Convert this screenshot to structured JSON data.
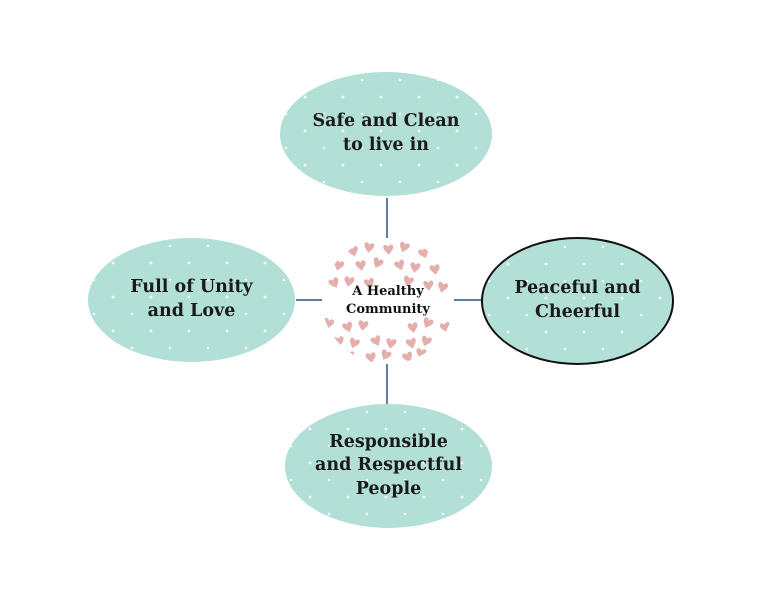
{
  "diagram": {
    "center": {
      "label": "A Healthy\nCommunity"
    },
    "top": {
      "label": "Safe and Clean\nto live in"
    },
    "left": {
      "label": "Full of Unity\nand Love"
    },
    "right": {
      "label": "Peaceful and\nCheerful"
    },
    "bottom": {
      "label": "Responsible\nand Respectful\nPeople"
    }
  },
  "colors": {
    "node_fill": "#b2dfd6",
    "connector": "#5b7fa0",
    "heart": "#e2a6a3",
    "outline": "#111111"
  },
  "icons": {
    "center_pattern": "hearts-pattern-icon"
  }
}
